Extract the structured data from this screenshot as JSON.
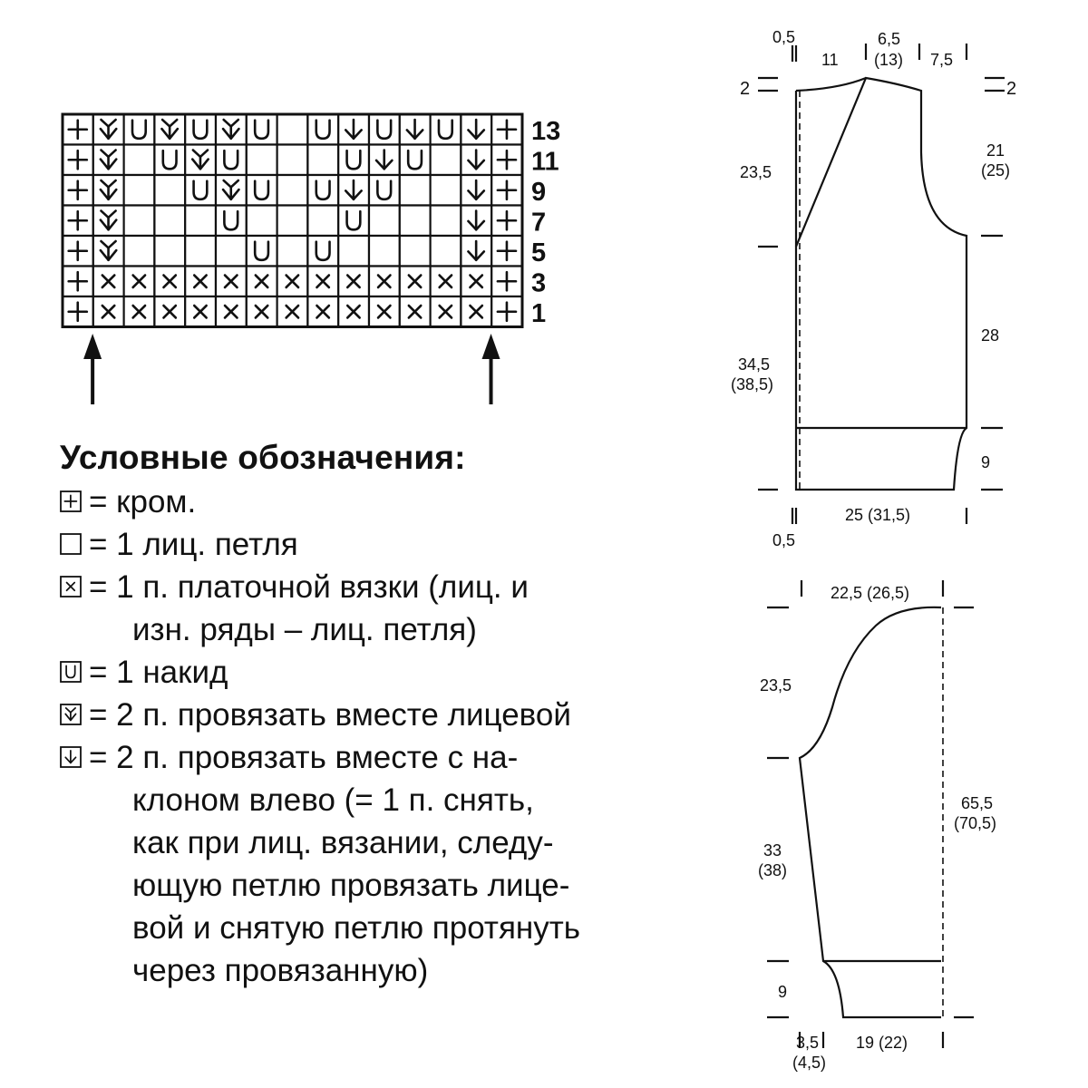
{
  "chart": {
    "row_numbers": [
      "13",
      "11",
      "9",
      "7",
      "5",
      "3",
      "1"
    ],
    "rows": [
      [
        "edge",
        "k2tog",
        "yo",
        "k2tog",
        "yo",
        "k2tog",
        "yo",
        "knit",
        "yo",
        "ssk",
        "yo",
        "ssk",
        "yo",
        "ssk",
        "edge"
      ],
      [
        "edge",
        "k2tog",
        "knit",
        "yo",
        "k2tog",
        "yo",
        "knit",
        "knit",
        "knit",
        "yo",
        "ssk",
        "yo",
        "knit",
        "ssk",
        "edge"
      ],
      [
        "edge",
        "k2tog",
        "knit",
        "knit",
        "yo",
        "k2tog",
        "yo",
        "knit",
        "yo",
        "ssk",
        "yo",
        "knit",
        "knit",
        "ssk",
        "edge"
      ],
      [
        "edge",
        "k2tog",
        "knit",
        "knit",
        "knit",
        "yo",
        "knit",
        "knit",
        "knit",
        "yo",
        "knit",
        "knit",
        "knit",
        "ssk",
        "edge"
      ],
      [
        "edge",
        "k2tog",
        "knit",
        "knit",
        "knit",
        "knit",
        "yo",
        "knit",
        "yo",
        "knit",
        "knit",
        "knit",
        "knit",
        "ssk",
        "edge"
      ],
      [
        "edge",
        "garter",
        "garter",
        "garter",
        "garter",
        "garter",
        "garter",
        "garter",
        "garter",
        "garter",
        "garter",
        "garter",
        "garter",
        "garter",
        "edge"
      ],
      [
        "edge",
        "garter",
        "garter",
        "garter",
        "garter",
        "garter",
        "garter",
        "garter",
        "garter",
        "garter",
        "garter",
        "garter",
        "garter",
        "garter",
        "edge"
      ]
    ],
    "repeat_arrows": 2
  },
  "legend": {
    "title": "Условные обозначения:",
    "items": [
      {
        "symbol": "edge",
        "text": "= кром."
      },
      {
        "symbol": "knit",
        "text": "= 1 лиц. петля"
      },
      {
        "symbol": "garter",
        "text": "= 1 п. платочной вязки (лиц. и",
        "continuation": "изн. ряды – лиц. петля)"
      },
      {
        "symbol": "yo",
        "text": "= 1 накид"
      },
      {
        "symbol": "k2tog",
        "text": "= 2 п. провязать вместе лицевой"
      },
      {
        "symbol": "ssk",
        "text": "= 2 п. провязать вместе с на-",
        "continuation": "клоном влево (= 1 п. снять, как при лиц. вязании, следу-ющую петлю провязать лице-вой и снятую петлю протянуть через провязанную)"
      }
    ]
  },
  "schematic_front": {
    "top_left_edge": "0,5",
    "shoulder": "11",
    "neck": "6,5",
    "neck_alt": "(13)",
    "shoulder_right": "7,5",
    "shoulder_drop_left": "2",
    "shoulder_drop_right": "2",
    "armhole_height": "21",
    "armhole_height_alt": "(25)",
    "neck_slope_height": "23,5",
    "side_height": "28",
    "front_edge_height": "34,5",
    "front_edge_height_alt": "(38,5)",
    "band_height": "9",
    "width": "25 (31,5)",
    "bottom_left_edge": "0,5"
  },
  "schematic_sleeve": {
    "top_width": "22,5 (26,5)",
    "cap_height": "23,5",
    "length": "65,5",
    "length_alt": "(70,5)",
    "body_height": "33",
    "body_height_alt": "(38)",
    "cuff_height": "9",
    "cuff_offset": "3,5",
    "cuff_offset_alt": "(4,5)",
    "bottom_width": "19 (22)"
  }
}
